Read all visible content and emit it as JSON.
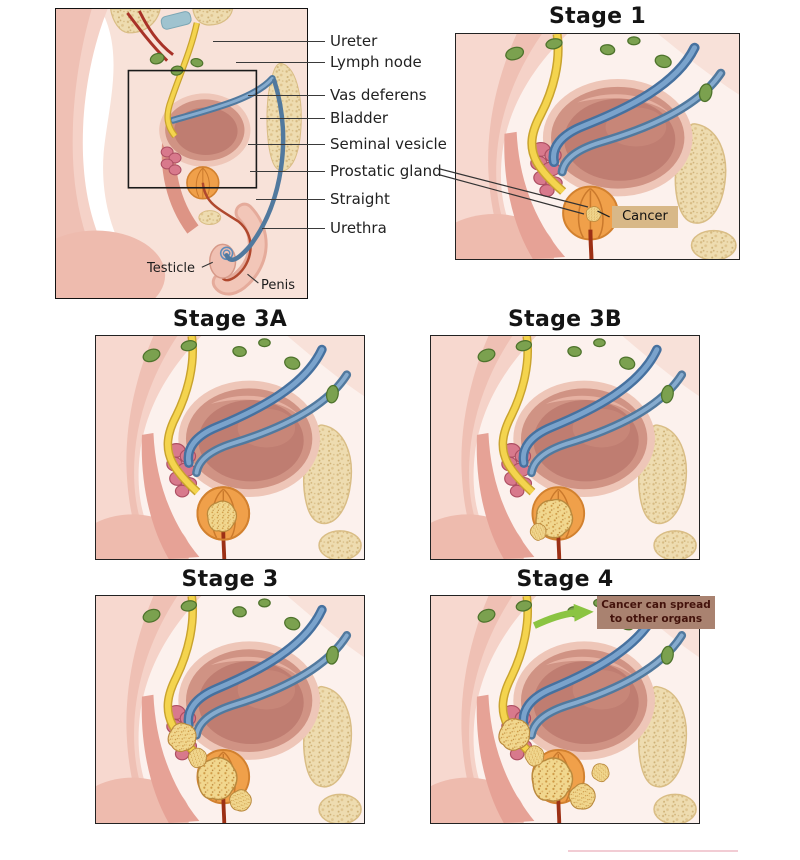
{
  "main_figure": {
    "labels": [
      {
        "label": "Ureter"
      },
      {
        "label": "Lymph node"
      },
      {
        "label": "Vas deferens"
      },
      {
        "label": "Bladder"
      },
      {
        "label": "Seminal vesicle"
      },
      {
        "label": "Prostatic gland"
      },
      {
        "label": "Straight"
      },
      {
        "label": "Urethra"
      }
    ],
    "inner_labels": {
      "testicle": "Testicle",
      "penis": "Penis"
    }
  },
  "panels": [
    {
      "title": "Stage 1",
      "annotation": "Cancer"
    },
    {
      "title": "Stage 3A"
    },
    {
      "title": "Stage 3B"
    },
    {
      "title": "Stage 3"
    },
    {
      "title": "Stage 4",
      "annotation": "Cancer can spread to other organs"
    }
  ],
  "colors": {
    "title_color": "#141414",
    "label_color": "#222222",
    "leader_line_color": "#3a3a3a",
    "cancer_label_bg": "#d8b888",
    "spread_label_bg": "#a98270",
    "spread_label_text": "#43120b",
    "prostate_orange": "#f0a04a",
    "tumor_yellow": "#f1d78e",
    "bladder_rose": "#d09384",
    "vas_deferens_blue": "#51799e",
    "ureter_yellow": "#f4d44e",
    "lymph_node_green": "#7ba14f",
    "seminal_vesicle_pink": "#d8798c",
    "bone_beige": "#eedcb0",
    "tissue_pink": "#f5d2c8",
    "arrow_green": "#8bc442"
  }
}
